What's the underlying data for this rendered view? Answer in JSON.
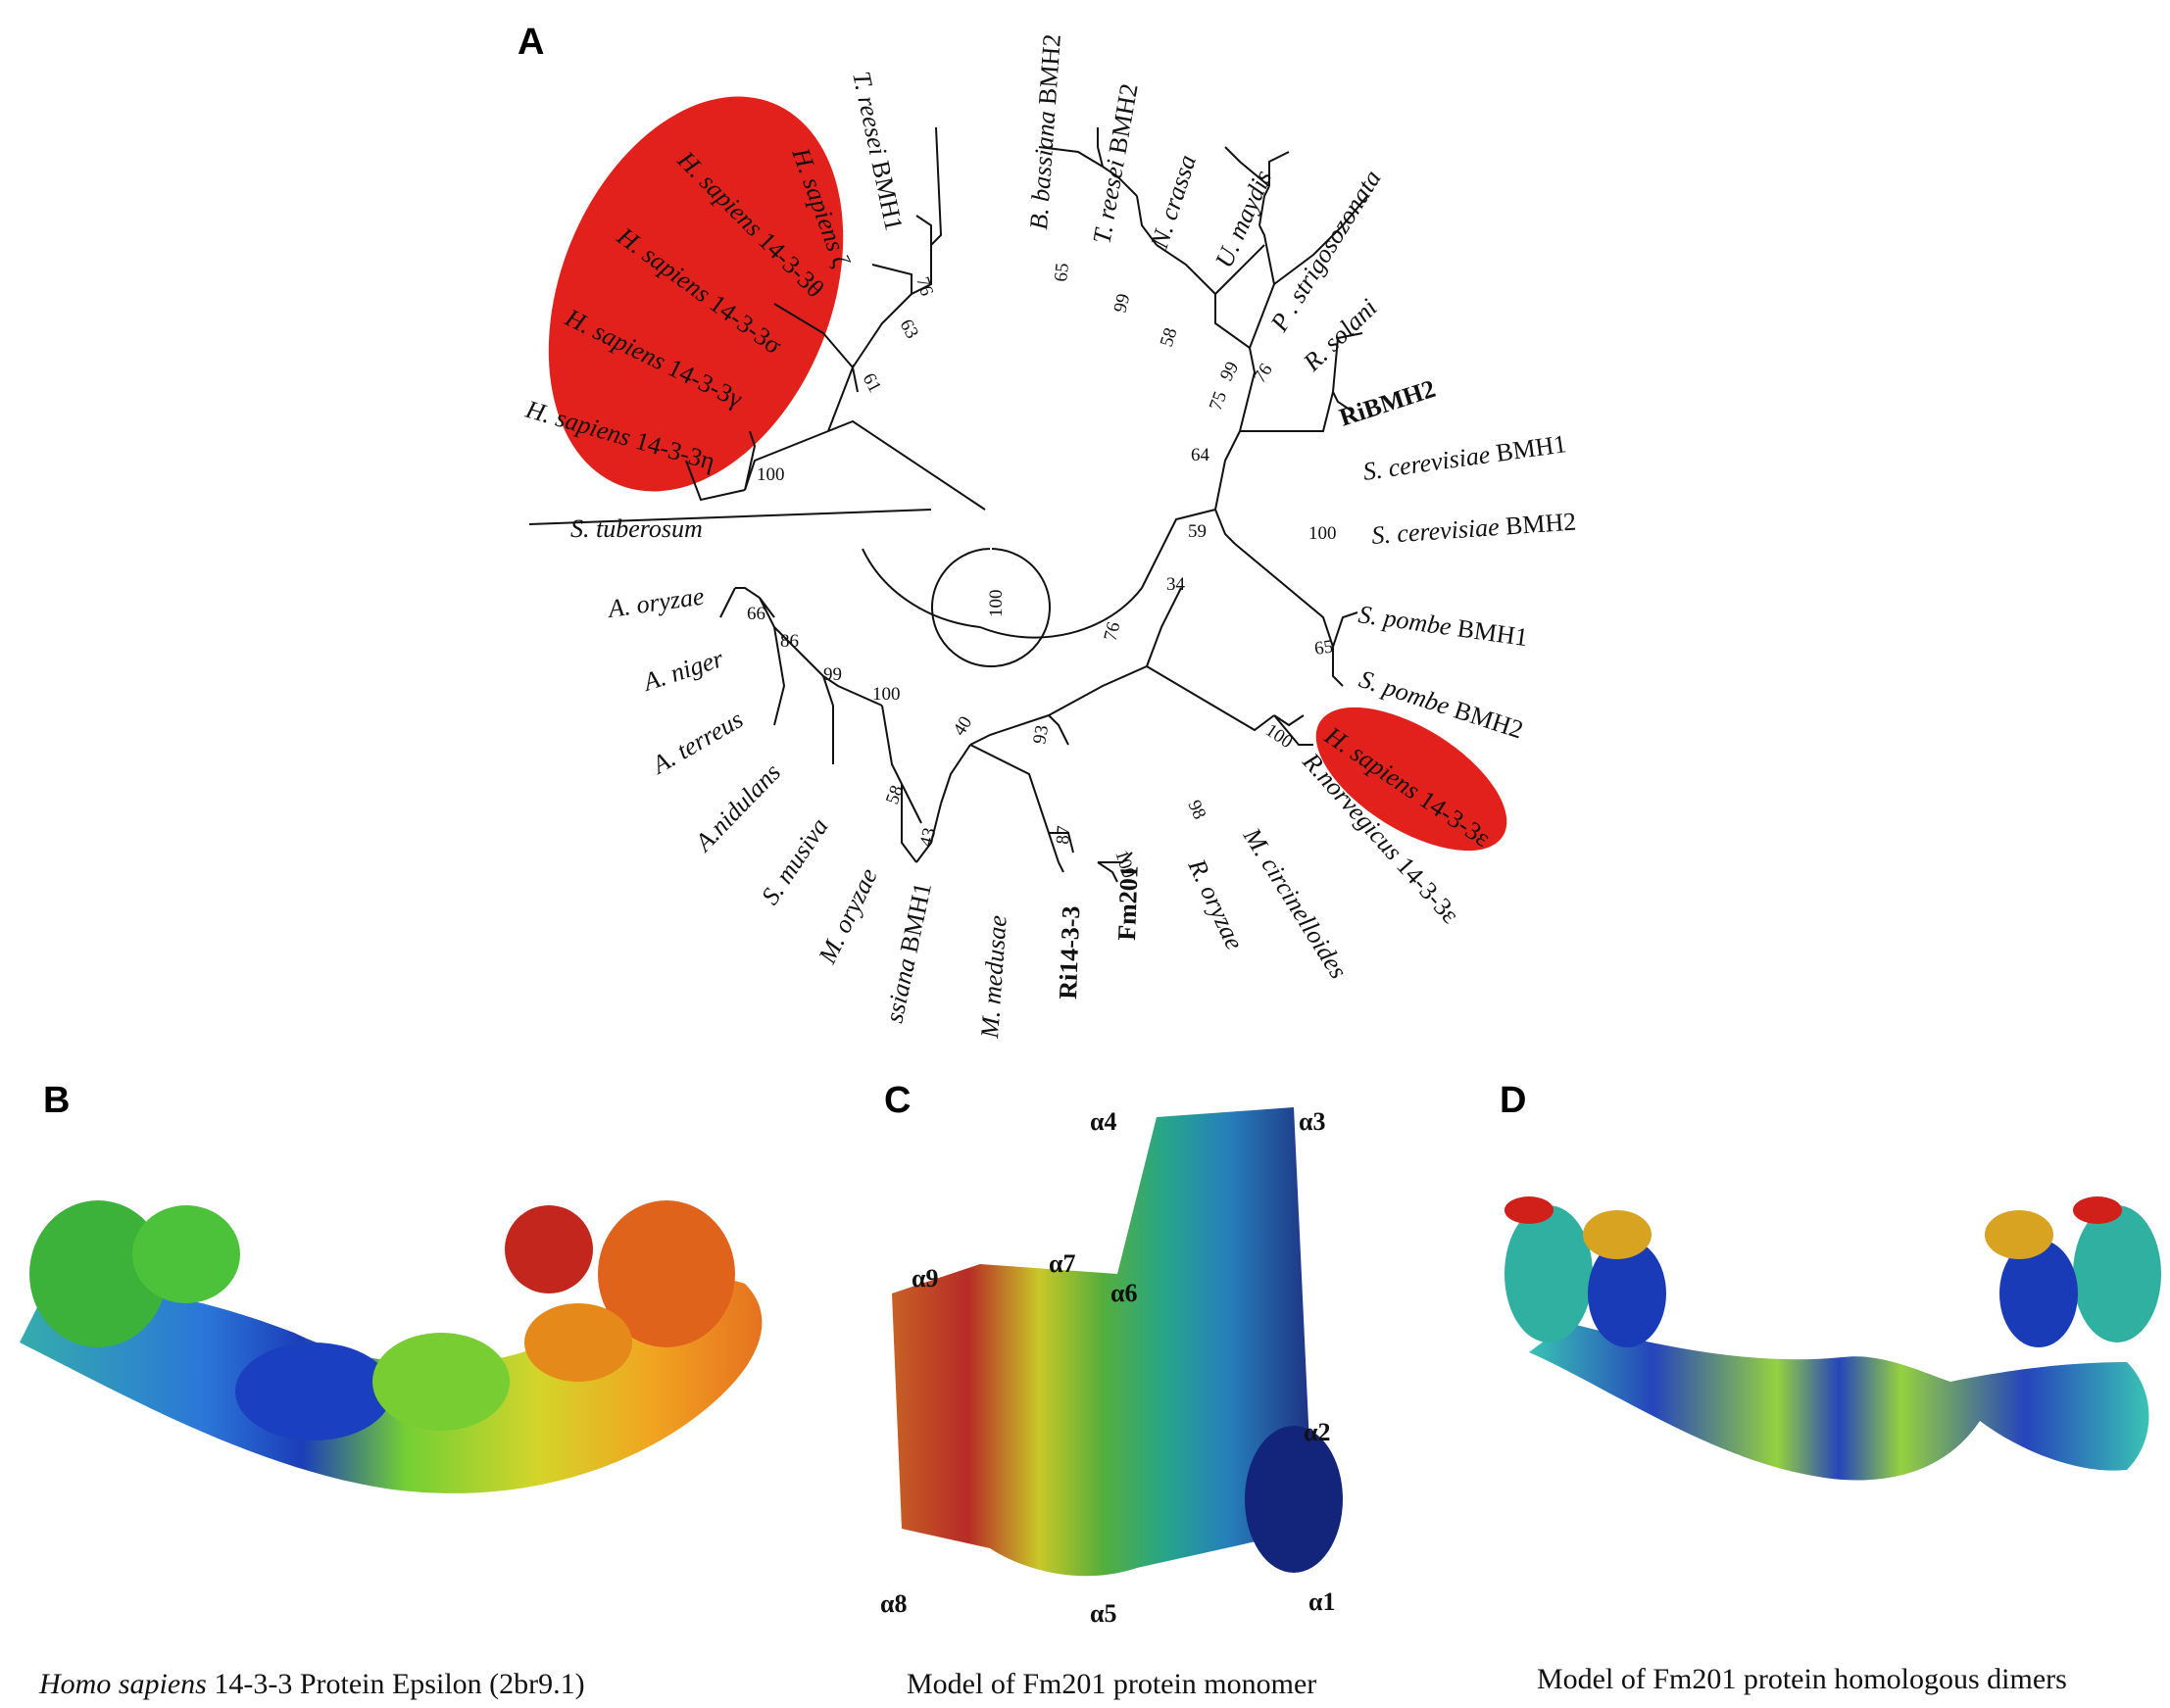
{
  "panels": {
    "A": "A",
    "B": "B",
    "C": "C",
    "D": "D"
  },
  "colors": {
    "highlight": "#e3211c",
    "branch": "#111111"
  },
  "tree": {
    "leaves": [
      {
        "id": "trbmh1",
        "label": "T. reesei BMH1",
        "italic": "T. reesei",
        "plain": " BMH1",
        "bold": false
      },
      {
        "id": "hsz",
        "label": "H. sapiens ζ",
        "italic": "H. sapiens",
        "plain": " ζ",
        "bold": false
      },
      {
        "id": "hsth",
        "label": "H. sapiens 14-3-3θ",
        "italic": "H. sapiens",
        "plain": " 14-3-3θ",
        "bold": false
      },
      {
        "id": "hss",
        "label": "H. sapiens 14-3-3σ",
        "italic": "H. sapiens",
        "plain": " 14-3-3σ",
        "bold": false
      },
      {
        "id": "hsg",
        "label": "H. sapiens 14-3-3γ",
        "italic": "H. sapiens",
        "plain": " 14-3-3γ",
        "bold": false
      },
      {
        "id": "hseta",
        "label": "H. sapiens 14-3-3η",
        "italic": "H. sapiens",
        "plain": " 14-3-3η",
        "bold": false
      },
      {
        "id": "stub",
        "label": "S. tuberosum",
        "italic": "S. tuberosum",
        "plain": "",
        "bold": false
      },
      {
        "id": "aory",
        "label": "A. oryzae",
        "italic": "A. oryzae",
        "plain": "",
        "bold": false
      },
      {
        "id": "anig",
        "label": "A. niger",
        "italic": "A. niger",
        "plain": "",
        "bold": false
      },
      {
        "id": "ater",
        "label": "A. terreus",
        "italic": "A. terreus",
        "plain": "",
        "bold": false
      },
      {
        "id": "anid",
        "label": "A.nidulans",
        "italic": "A.nidulans",
        "plain": "",
        "bold": false
      },
      {
        "id": "smus",
        "label": "S. musiva",
        "italic": "S. musiva",
        "plain": "",
        "bold": false
      },
      {
        "id": "mory",
        "label": "M. oryzae",
        "italic": "M. oryzae",
        "plain": "",
        "bold": false
      },
      {
        "id": "bbbmh1",
        "label": "ssiana BMH1",
        "italic": "ssiana",
        "plain": " BMH1",
        "bold": false
      },
      {
        "id": "mmed",
        "label": "M. medusae",
        "italic": "M. medusae",
        "plain": "",
        "bold": false
      },
      {
        "id": "ri1433",
        "label": "Ri14-3-3",
        "italic": "",
        "plain": "Ri14-3-3",
        "bold": true
      },
      {
        "id": "fm201",
        "label": "Fm201",
        "italic": "",
        "plain": "Fm201",
        "bold": true
      },
      {
        "id": "rory",
        "label": "R. oryzae",
        "italic": "R. oryzae",
        "plain": "",
        "bold": false
      },
      {
        "id": "mcir",
        "label": "M. circinelloides",
        "italic": "M. circinelloides",
        "plain": "",
        "bold": false
      },
      {
        "id": "rnor",
        "label": "R.norvegicus 14-3-3ε",
        "italic": "R.norvegicus",
        "plain": " 14-3-3ε",
        "bold": false
      },
      {
        "id": "hse",
        "label": "H. sapiens 14-3-3ε",
        "italic": "H. sapiens",
        "plain": " 14-3-3ε",
        "bold": false
      },
      {
        "id": "spbmh2",
        "label": "S. pombe BMH2",
        "italic": "S. pombe",
        "plain": " BMH2",
        "bold": false
      },
      {
        "id": "spbmh1",
        "label": "S. pombe BMH1",
        "italic": "S. pombe",
        "plain": " BMH1",
        "bold": false
      },
      {
        "id": "scbmh2",
        "label": "S. cerevisiae BMH2",
        "italic": "S. cerevisiae",
        "plain": " BMH2",
        "bold": false
      },
      {
        "id": "scbmh1",
        "label": "S. cerevisiae BMH1",
        "italic": "S. cerevisiae",
        "plain": " BMH1",
        "bold": false
      },
      {
        "id": "ribmh2",
        "label": "RiBMH2",
        "italic": "",
        "plain": "RiBMH2",
        "bold": true
      },
      {
        "id": "rsol",
        "label": "R. solani",
        "italic": "R. solani",
        "plain": "",
        "bold": false
      },
      {
        "id": "pstr",
        "label": "P . strigosozonata",
        "italic": "P . strigosozonata",
        "plain": "",
        "bold": false
      },
      {
        "id": "umay",
        "label": "U. maydis",
        "italic": "U. maydis",
        "plain": "",
        "bold": false
      },
      {
        "id": "ncra",
        "label": "N. crassa",
        "italic": "N. crassa",
        "plain": "",
        "bold": false
      },
      {
        "id": "trbmh2",
        "label": "T. reesei BMH2",
        "italic": "T. reesei",
        "plain": " BMH2",
        "bold": false
      },
      {
        "id": "bbbmh2",
        "label": "B. bassiana BMH2",
        "italic": "B. bassiana",
        "plain": " BMH2",
        "bold": false
      }
    ],
    "bootstraps": [
      "76",
      "63",
      "61",
      "100",
      "100",
      "66",
      "86",
      "99",
      "100",
      "58",
      "43",
      "40",
      "93",
      "87",
      "100",
      "76",
      "98",
      "34",
      "100",
      "65",
      "59",
      "64",
      "75",
      "58",
      "99",
      "65",
      "99",
      "76",
      "100"
    ]
  },
  "structures": {
    "helices": [
      "α1",
      "α2",
      "α3",
      "α4",
      "α5",
      "α6",
      "α7",
      "α8",
      "α9"
    ]
  },
  "captions": {
    "b_italic": "Homo sapiens",
    "b_rest": " 14-3-3 Protein Epsilon (2br9.1)",
    "c": "Model of Fm201 protein monomer",
    "d": "Model of Fm201 protein homologous dimers"
  }
}
